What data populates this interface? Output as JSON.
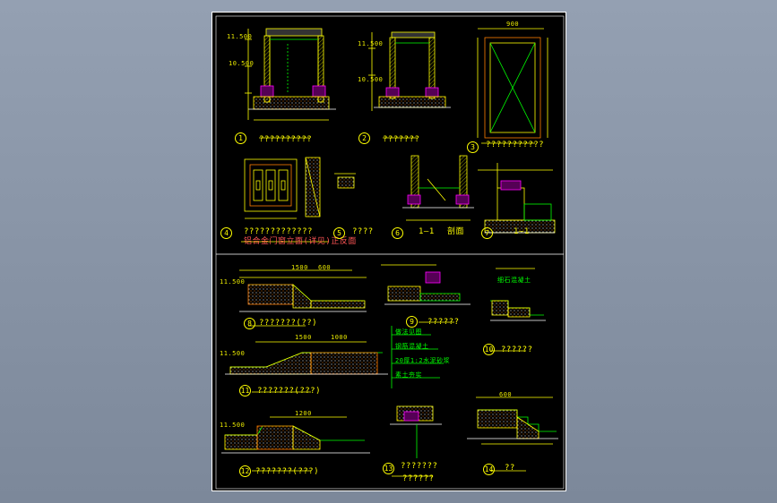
{
  "sheet": {
    "titles": {
      "d1": "??????????",
      "d2": "???????",
      "d3": "???????????",
      "d4": "?????????????",
      "d4b": "铝合金门窗立面(详见)正反面",
      "d5": "????",
      "d6": "1—1",
      "d6b": "剖面",
      "d7": "1—1",
      "d8": "???????(??)",
      "d9": "??????",
      "d10": "??????",
      "d11": "???????(???)",
      "d12": "???????(???)",
      "d13a": "???????",
      "d13b": "??????",
      "d14": "??"
    },
    "numbers": {
      "n1": "1",
      "n2": "2",
      "n3": "3",
      "n4": "4",
      "n5": "5",
      "n6": "6",
      "n7": "7",
      "n8": "8",
      "n9": "9",
      "n10": "10",
      "n11": "11",
      "n12": "12",
      "n13": "13",
      "n14": "14"
    },
    "dims": {
      "a": "11.500",
      "b": "10.500",
      "c": "1500",
      "d": "600",
      "e": "1000",
      "f": "1200",
      "g": "900",
      "h": "600"
    },
    "notes": {
      "n1": "做法见图",
      "n2": "钢筋混凝土",
      "n3": "20厚1:2水泥砂浆",
      "n4": "素土夯实",
      "n5": "细石混凝土"
    },
    "colors": {
      "border": "#ffffff",
      "line_yellow": "#ffff00",
      "line_green": "#00ff00",
      "line_magenta": "#ff00ff",
      "line_red": "#ff3030",
      "line_cyan": "#00ffff"
    }
  }
}
